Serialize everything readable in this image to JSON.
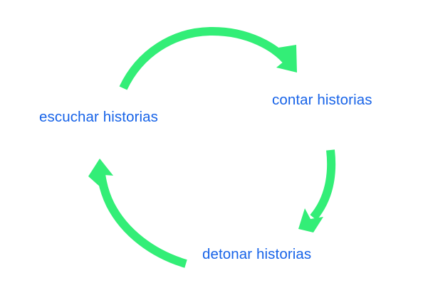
{
  "diagram": {
    "type": "cycle",
    "direction": "clockwise",
    "background_color": "#ffffff",
    "label_color": "#1763e8",
    "arrow_color": "#33ee77",
    "nodes": [
      {
        "id": "escuchar",
        "label": "escuchar historias",
        "position": "left"
      },
      {
        "id": "contar",
        "label": "contar historias",
        "position": "top-right"
      },
      {
        "id": "detonar",
        "label": "detonar historias",
        "position": "bottom"
      }
    ],
    "arrows": [
      {
        "id": "escuchar-to-contar",
        "from": "escuchar historias",
        "to": "contar historias",
        "shape": "curved-arc-top"
      },
      {
        "id": "contar-to-detonar",
        "from": "contar historias",
        "to": "detonar historias",
        "shape": "curved-arc-right"
      },
      {
        "id": "detonar-to-escuchar",
        "from": "detonar historias",
        "to": "escuchar historias",
        "shape": "curved-arc-left"
      }
    ]
  }
}
